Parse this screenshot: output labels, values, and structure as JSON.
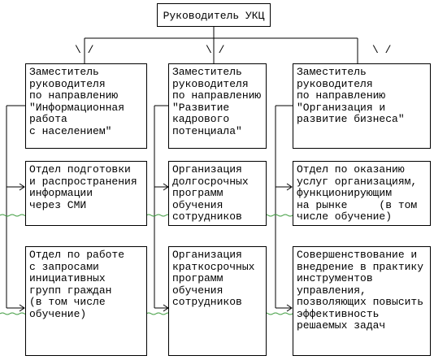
{
  "top": {
    "label": "Руководитель УКЦ"
  },
  "arrow_hint": "\\ /",
  "columns": [
    {
      "deputy": "Заместитель\nруководителя\nпо направлению\n\"Информационная\nработа\nс населением\"",
      "units": [
        "Отдел подготовки\nи распространения\nинформации\nчерез СМИ",
        "Отдел по работе\nс запросами\nинициативных\nгрупп граждан\n(в том числе\nобучение)"
      ]
    },
    {
      "deputy": "Заместитель\nруководителя\nпо направлению\n\"Развитие\nкадрового\nпотенциала\"",
      "units": [
        "Организация\nдолгосрочных\nпрограмм\nобучения\nсотрудников",
        "Организация\nкраткосрочных\nпрограмм\nобучения\nсотрудников"
      ]
    },
    {
      "deputy": "Заместитель\nруководителя\nпо направлению\n\"Организация и\nразвитие бизнеса\"",
      "units": [
        "Отдел по оказанию\nуслуг организациям,\nфункционирующим\nна рынке     (в том\nчисле обучение)",
        "Совершенствование и\nвнедрение в практику\nинструментов\nуправления,\nпозволяющих повысить\nэффективность\nрешаемых задач"
      ]
    }
  ]
}
